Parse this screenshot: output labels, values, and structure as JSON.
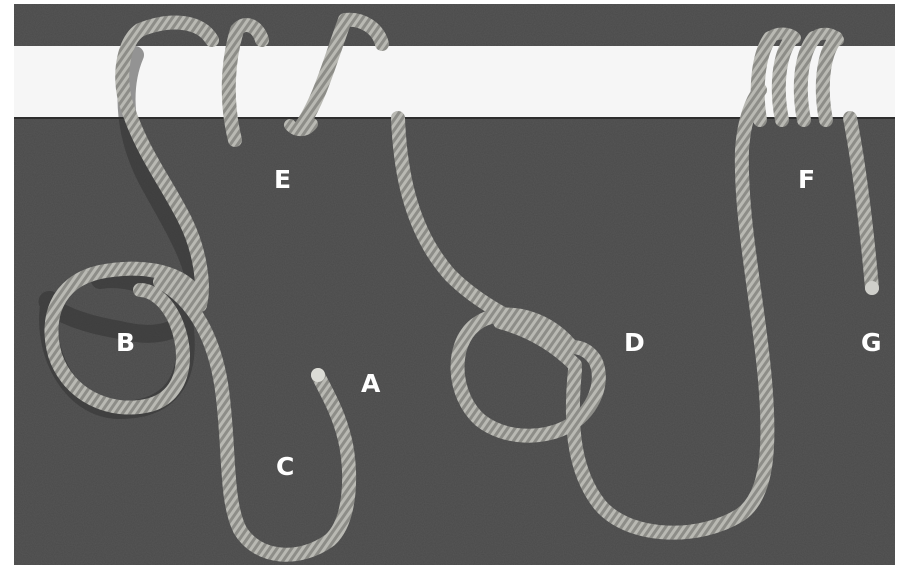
{
  "colors": {
    "background": "#4a4a4a",
    "bar": "#f6f6f6",
    "rope": "#b6b6b0",
    "rope_shadow": "#6f6f6b",
    "label": "#ffffff"
  },
  "labels": {
    "a": "A",
    "b": "B",
    "c": "C",
    "d": "D",
    "e": "E",
    "f": "F",
    "g": "G"
  }
}
